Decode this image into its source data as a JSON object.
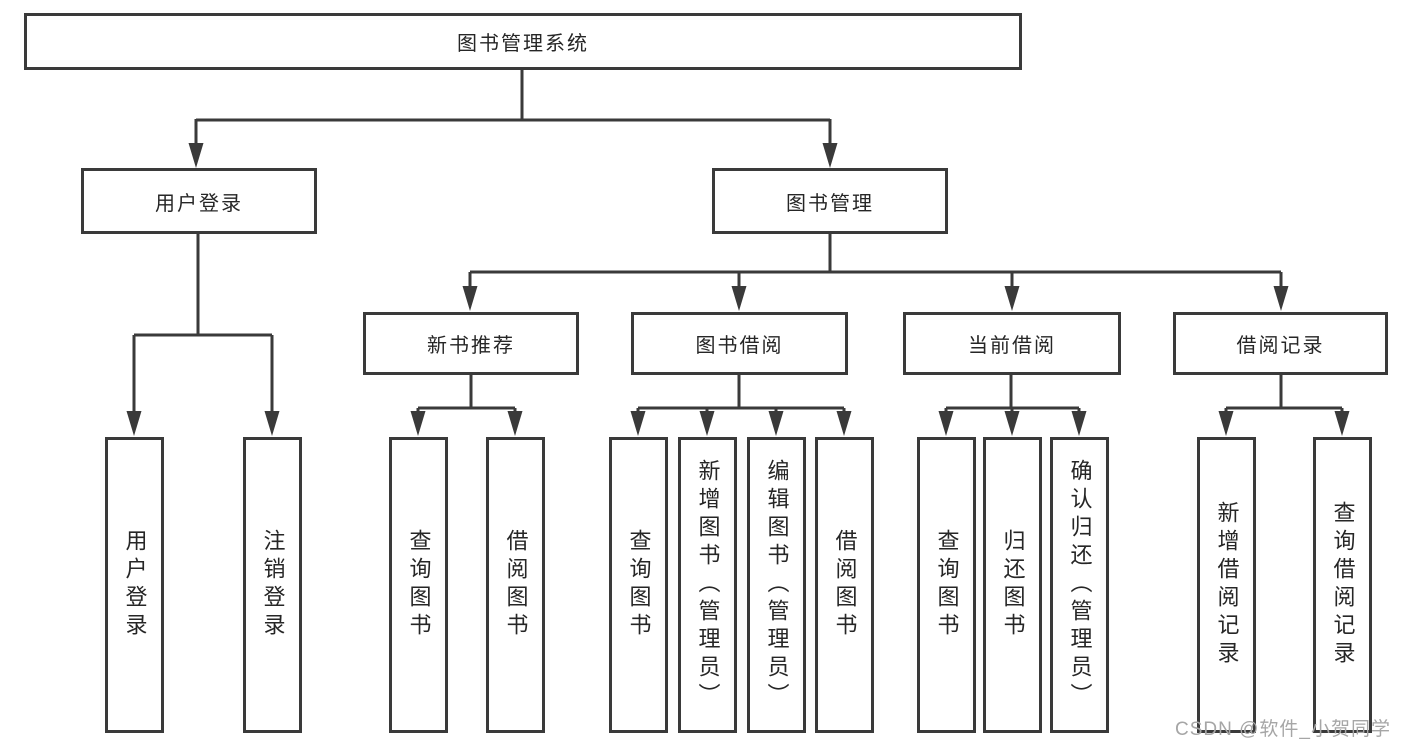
{
  "diagram": {
    "root": {
      "label": "图书管理系统"
    },
    "groups": {
      "user_login": {
        "label": "用户登录"
      },
      "book_management": {
        "label": "图书管理"
      }
    },
    "modules": {
      "new_book_rec": {
        "label": "新书推荐"
      },
      "book_borrow": {
        "label": "图书借阅"
      },
      "current_borrow": {
        "label": "当前借阅"
      },
      "borrow_records": {
        "label": "借阅记录"
      }
    },
    "leaves": {
      "user_login": [
        "用户登录",
        "注销登录"
      ],
      "new_book_rec": [
        "查询图书",
        "借阅图书"
      ],
      "book_borrow": [
        "查询图书",
        "新增图书（管理员）",
        "编辑图书（管理员）",
        "借阅图书"
      ],
      "current_borrow": [
        "查询图书",
        "归还图书",
        "确认归还（管理员）"
      ],
      "borrow_records": [
        "新增借阅记录",
        "查询借阅记录"
      ]
    },
    "colors": {
      "line": "#3a3a3a",
      "text": "#262626",
      "box_background": "#ffffff",
      "watermark": "#a6a6a6"
    },
    "watermark": "CSDN @软件_小贺同学"
  }
}
